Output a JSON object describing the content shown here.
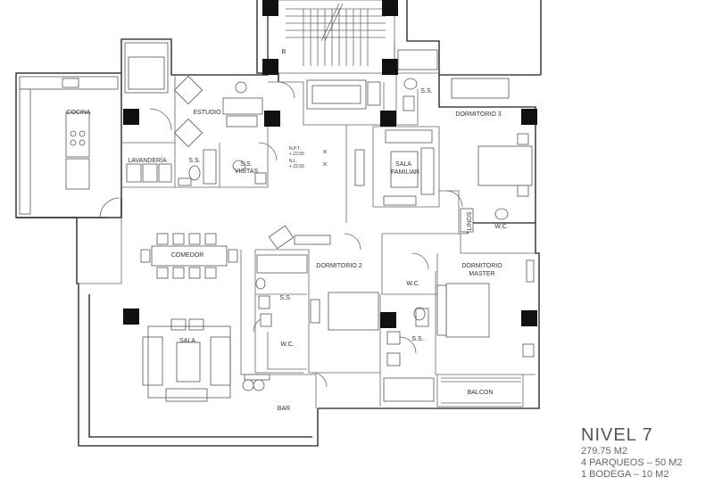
{
  "level": {
    "title": "NIVEL 7",
    "area": "279.75 M2",
    "parking": "4 PARQUEOS – 50 M2",
    "storage": "1 BODEGA – 10 M2"
  },
  "rooms": {
    "cocina": "COCINA",
    "estudio": "ESTUDIO",
    "lavanderia": "LAVANDERÍA",
    "ss_servicio": "S.S.",
    "ss_visitas": "S.S.",
    "visitas": "VISITAS",
    "ss_top": "S.S.",
    "dormitorio3": "DORMITORIO 3",
    "sala_familiar_1": "SALA",
    "sala_familiar_2": "FAMILIAR",
    "linos": "LINOS",
    "wc_d3": "W.C.",
    "comedor": "COMEDOR",
    "dormitorio2": "DORMITORIO 2",
    "ss_d2": "S.S.",
    "wc_d2": "W.C.",
    "wc_master": "W.C.",
    "dormitorio_master_1": "DORMITORIO",
    "dormitorio_master_2": "MASTER",
    "ss_master": "S.S.",
    "sala": "SALA",
    "bar": "BAR",
    "balcon": "BALCON",
    "escalera_b": "B"
  },
  "levels_note": {
    "npt_label": "N.P.T.",
    "npt_value": "+ 22.55",
    "nl_label": "N.L.",
    "nl_value": "+ 22.56"
  }
}
